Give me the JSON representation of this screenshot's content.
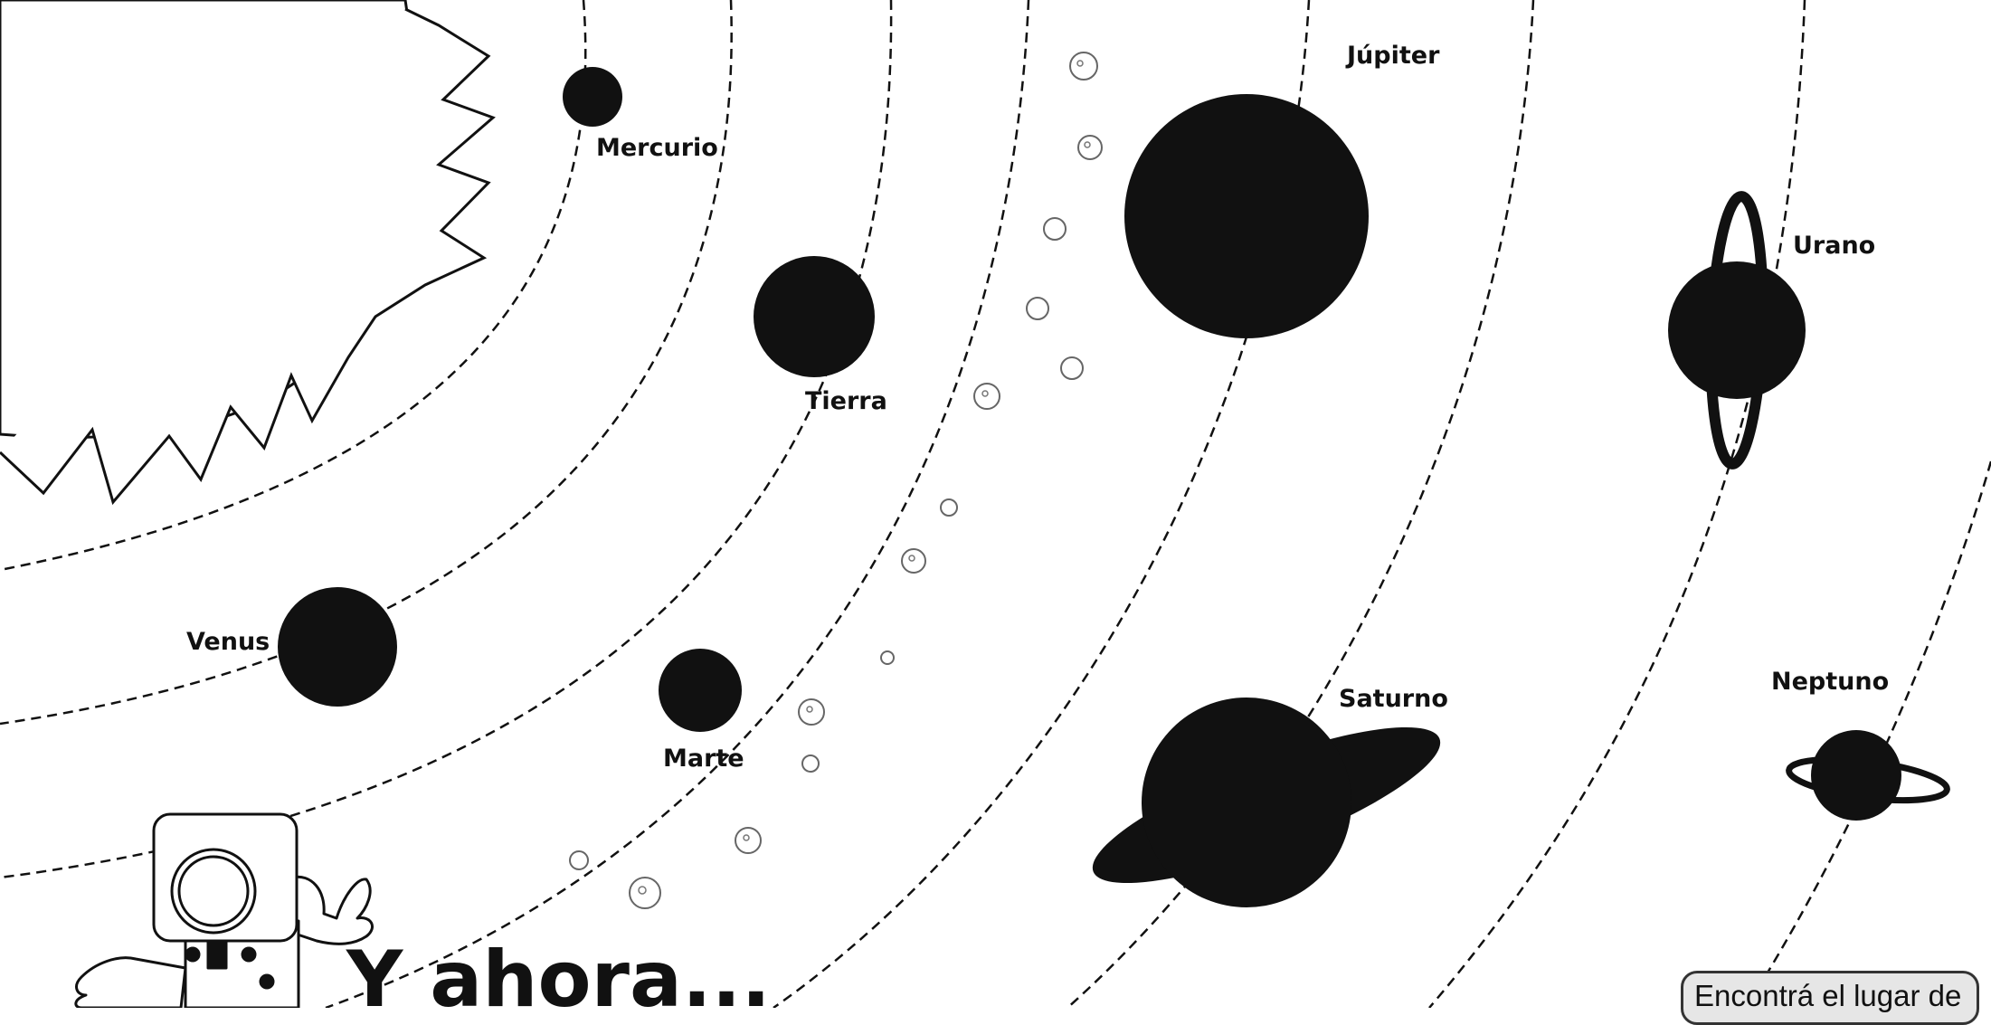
{
  "planets": {
    "mercurio": "Mercurio",
    "venus": "Venus",
    "tierra": "Tierra",
    "marte": "Marte",
    "jupiter": "Júpiter",
    "saturno": "Saturno",
    "urano": "Urano",
    "neptuno": "Neptuno"
  },
  "headline": "Y ahora...",
  "note": "Encontrá el lugar de",
  "colors": {
    "ink": "#111111",
    "paper": "#ffffff",
    "note_bg": "#e6e6e6"
  },
  "icons": [
    "sun-icon",
    "astronaut-icon",
    "asteroid-icon"
  ]
}
